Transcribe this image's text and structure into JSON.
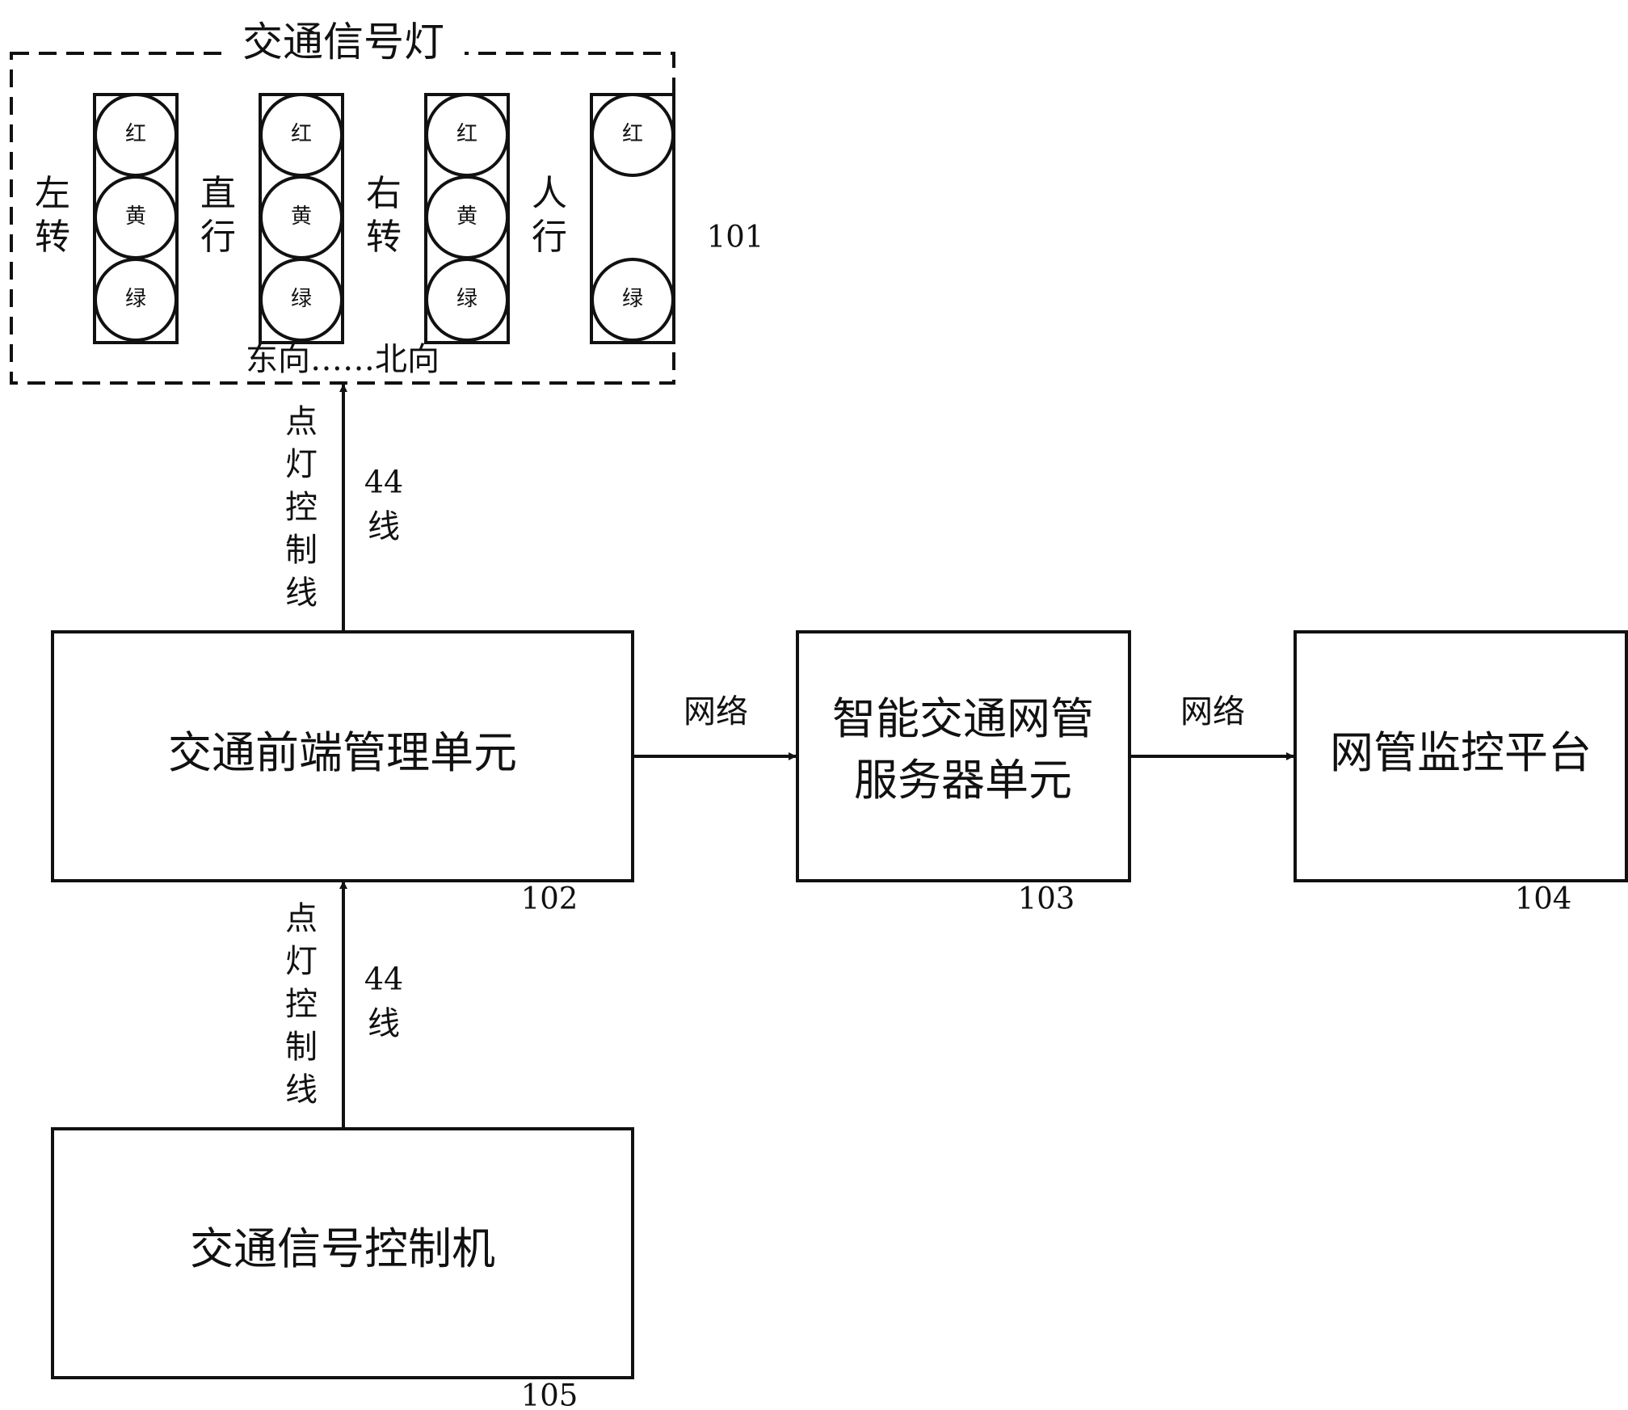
{
  "signal_group": {
    "title": "交通信号灯",
    "ref": "101",
    "direction_label": "东向……北向",
    "lights": [
      {
        "label": "左转",
        "lamps": [
          "红",
          "黄",
          "绿"
        ]
      },
      {
        "label": "直行",
        "lamps": [
          "红",
          "黄",
          "绿"
        ]
      },
      {
        "label": "右转",
        "lamps": [
          "红",
          "黄",
          "绿"
        ]
      },
      {
        "label": "人行",
        "lamps": [
          "红",
          "",
          "绿"
        ]
      }
    ]
  },
  "boxes": {
    "front_end": {
      "label": "交通前端管理单元",
      "ref": "102"
    },
    "server": {
      "label_line1": "智能交通网管",
      "label_line2": "服务器单元",
      "ref": "103"
    },
    "monitor": {
      "label": "网管监控平台",
      "ref": "104"
    },
    "controller": {
      "label": "交通信号控制机",
      "ref": "105"
    }
  },
  "connections": {
    "upper_vertical": {
      "label": "点灯控制线",
      "count_label": "44",
      "count_unit": "线"
    },
    "lower_vertical": {
      "label": "点灯控制线",
      "count_label": "44",
      "count_unit": "线"
    },
    "network_1": "网络",
    "network_2": "网络"
  }
}
